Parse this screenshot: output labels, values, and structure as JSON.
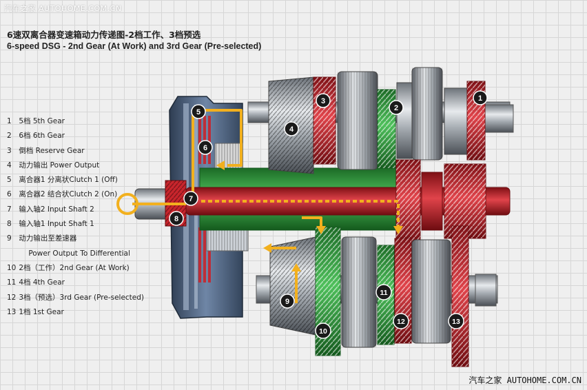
{
  "watermark_top": "汽车之家 AUTOHOME.COM.CN",
  "watermark_bottom": "汽车之家 AUTOHOME.COM.CN",
  "title_cn": "6速双离合器变速箱动力传递图-2档工作、3档预选",
  "title_en": "6-speed DSG - 2nd Gear (At Work) and 3rd Gear (Pre-selected)",
  "legend": [
    {
      "num": "1",
      "text": "5档  5th Gear"
    },
    {
      "num": "2",
      "text": "6档  6th Gear"
    },
    {
      "num": "3",
      "text": "倒档  Reserve Gear"
    },
    {
      "num": "4",
      "text": "动力输出  Power Output"
    },
    {
      "num": "5",
      "text": "离合器1  分离状Clutch 1 (Off)"
    },
    {
      "num": "6",
      "text": "离合器2  结合状Clutch 2 (On)"
    },
    {
      "num": "7",
      "text": "输入轴2  Input Shaft 2"
    },
    {
      "num": "8",
      "text": "输入轴1  Input Shaft 1"
    },
    {
      "num": "9",
      "text": "动力输出至差速器"
    },
    {
      "num": "",
      "text": "Power Output To Differential"
    },
    {
      "num": "10",
      "text": "2档（工作）2nd Gear (At Work)"
    },
    {
      "num": "11",
      "text": "4档  4th Gear"
    },
    {
      "num": "12",
      "text": "3档（预选）3rd Gear (Pre-selected)"
    },
    {
      "num": "13",
      "text": "1档  1st Gear"
    }
  ],
  "markers": [
    "1",
    "2",
    "3",
    "4",
    "5",
    "6",
    "7",
    "8",
    "9",
    "10",
    "11",
    "12",
    "13"
  ],
  "colors": {
    "power_flow": "#f2b01e",
    "shaft_red": "#c8252c",
    "shaft_green": "#2e9a3c",
    "steel": "#8c939b",
    "marker_bg": "#1a1a1a"
  }
}
